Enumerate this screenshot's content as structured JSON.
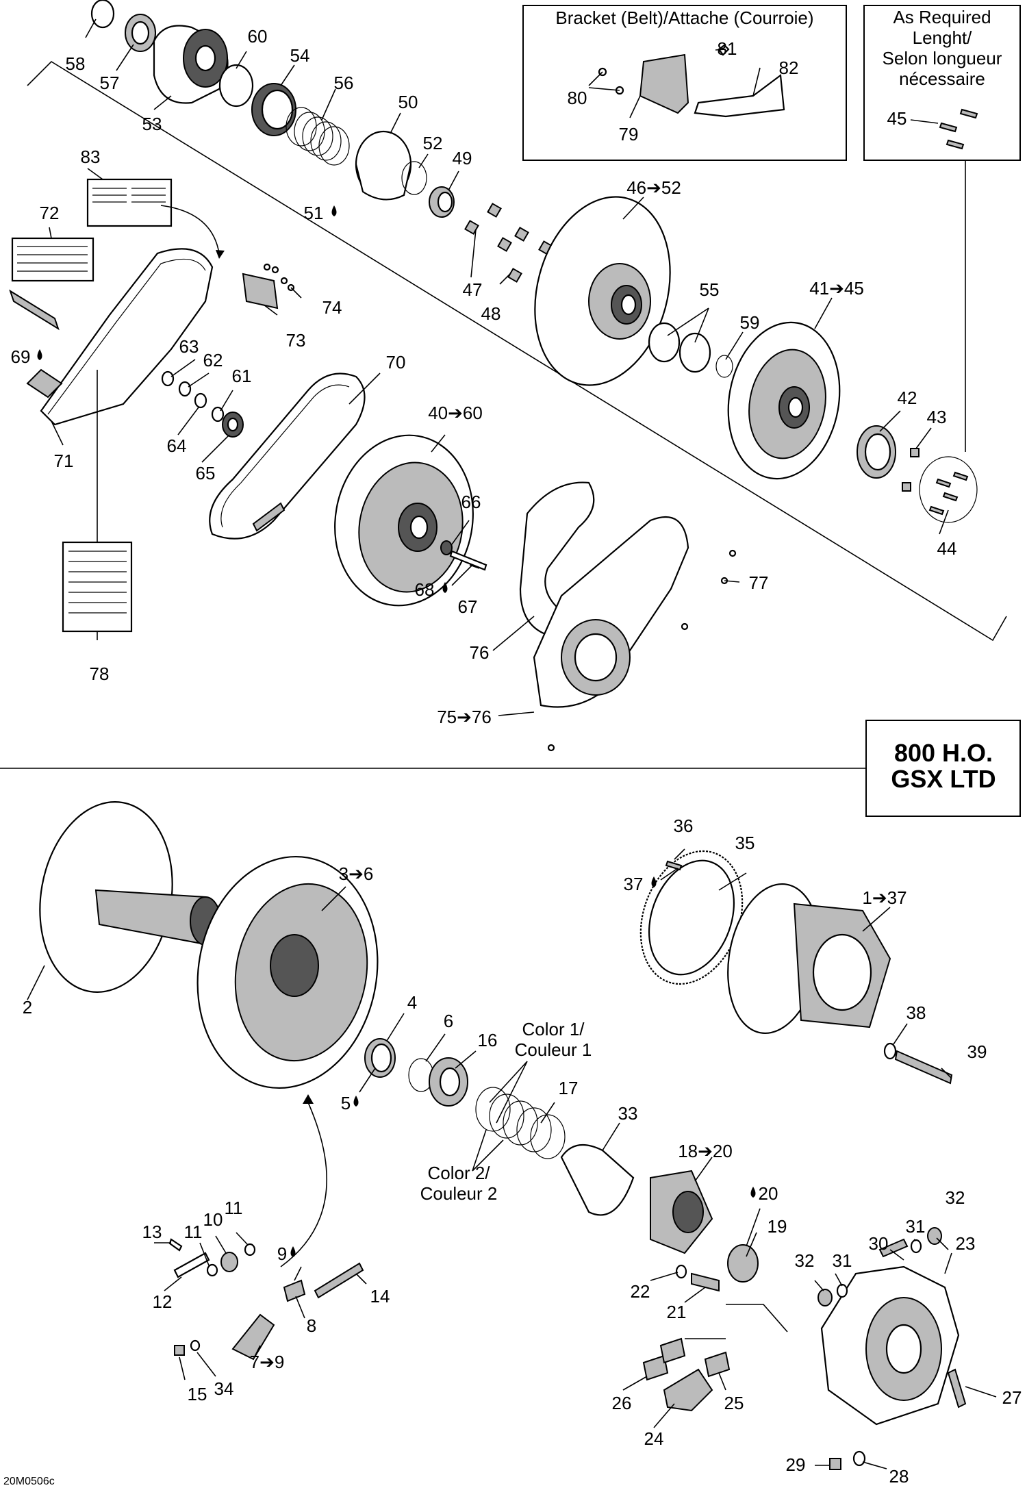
{
  "boxes": {
    "bracket_title": "Bracket (Belt)/Attache (Courroie)",
    "as_required": [
      "As Required",
      "Lenght/",
      "Selon longueur",
      "nécessaire"
    ],
    "model": [
      "800 H.O.",
      "GSX LTD"
    ]
  },
  "colors": {
    "color1": [
      "Color 1/",
      "Couleur 1"
    ],
    "color2": [
      "Color 2/",
      "Couleur 2"
    ]
  },
  "drawing_code": "20M0506c",
  "callouts": {
    "c58": "58",
    "c57": "57",
    "c53": "53",
    "c60": "60",
    "c54": "54",
    "c56": "56",
    "c50": "50",
    "c52a": "52",
    "c49": "49",
    "c51": "51",
    "c81": "81",
    "c82": "82",
    "c80": "80",
    "c79": "79",
    "c45a": "45",
    "c83": "83",
    "c72": "72",
    "c74": "74",
    "c73": "73",
    "c69": "69",
    "c63": "63",
    "c62": "62",
    "c61": "61",
    "c64": "64",
    "c65": "65",
    "c71": "71",
    "c47": "47",
    "c48": "48",
    "c46_52": "46➔52",
    "c55": "55",
    "c59": "59",
    "c41_45": "41➔45",
    "c42": "42",
    "c43": "43",
    "c44": "44",
    "c70": "70",
    "c40_60": "40➔60",
    "c66": "66",
    "c68": "68",
    "c67": "67",
    "c77": "77",
    "c76": "76",
    "c75_76": "75➔76",
    "c78": "78",
    "c36": "36",
    "c35": "35",
    "c37": "37",
    "c1_37": "1➔37",
    "c3_6": "3➔6",
    "c2": "2",
    "c4": "4",
    "c6": "6",
    "c16": "16",
    "c5": "5",
    "c17": "17",
    "c33": "33",
    "c38": "38",
    "c39": "39",
    "c18_20": "18➔20",
    "c20": "20",
    "c19": "19",
    "c13": "13",
    "c11a": "11",
    "c10": "10",
    "c11b": "11",
    "c9": "9",
    "c14": "14",
    "c12": "12",
    "c8": "8",
    "c7_9": "7➔9",
    "c15": "15",
    "c34": "34",
    "c22": "22",
    "c21": "21",
    "c31a": "31",
    "c32a": "32",
    "c30": "30",
    "c31b": "31",
    "c32b": "32",
    "c23": "23",
    "c26": "26",
    "c25": "25",
    "c24": "24",
    "c27": "27",
    "c29": "29",
    "c28": "28"
  }
}
